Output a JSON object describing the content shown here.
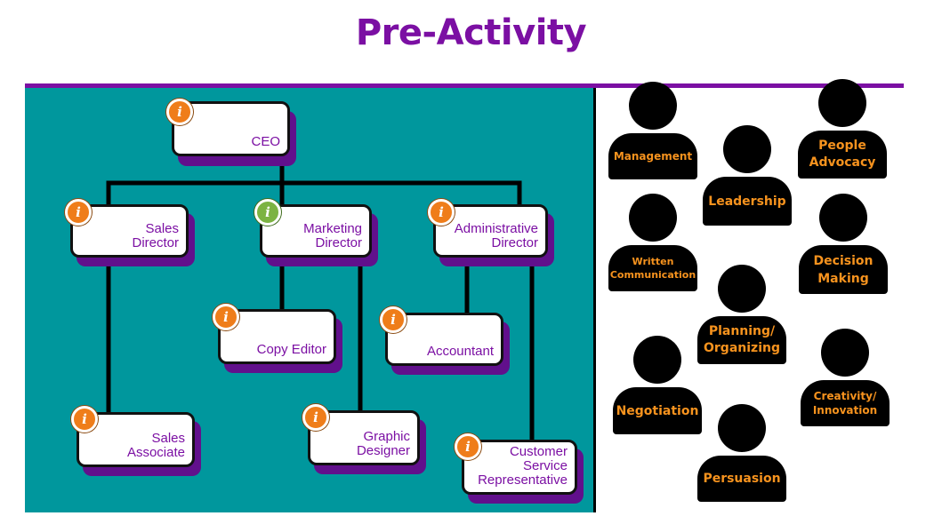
{
  "title": "Pre-Activity",
  "org_chart": {
    "nodes": [
      {
        "id": "ceo",
        "label": "CEO",
        "info_color": "#ef7d1a"
      },
      {
        "id": "sales_director",
        "label": "Sales\nDirector",
        "info_color": "#ef7d1a"
      },
      {
        "id": "marketing_director",
        "label": "Marketing\nDirector",
        "info_color": "#7cb342"
      },
      {
        "id": "admin_director",
        "label": "Administrative\nDirector",
        "info_color": "#ef7d1a"
      },
      {
        "id": "copy_editor",
        "label": "Copy Editor",
        "info_color": "#ef7d1a"
      },
      {
        "id": "accountant",
        "label": "Accountant",
        "info_color": "#ef7d1a"
      },
      {
        "id": "sales_associate",
        "label": "Sales\nAssociate",
        "info_color": "#ef7d1a"
      },
      {
        "id": "graphic_designer",
        "label": "Graphic\nDesigner",
        "info_color": "#ef7d1a"
      },
      {
        "id": "csr",
        "label": "Customer\nService\nRepresentative",
        "info_color": "#ef7d1a"
      }
    ],
    "info_glyph": "i",
    "info_icon": "info-icon"
  },
  "skills": [
    {
      "id": "management",
      "label": "Management"
    },
    {
      "id": "leadership",
      "label": "Leadership"
    },
    {
      "id": "people_advocacy",
      "label": "People\nAdvocacy"
    },
    {
      "id": "written_communication",
      "label": "Written\nCommunication"
    },
    {
      "id": "decision_making",
      "label": "Decision\nMaking"
    },
    {
      "id": "planning_organizing",
      "label": "Planning/\nOrganizing"
    },
    {
      "id": "negotiation",
      "label": "Negotiation"
    },
    {
      "id": "creativity_innovation",
      "label": "Creativity/\nInnovation"
    },
    {
      "id": "persuasion",
      "label": "Persuasion"
    }
  ],
  "colors": {
    "title": "#7b0fa3",
    "panel": "#00979d",
    "card_text": "#7b0fa3",
    "card_shadow": "#61108c",
    "skill_text": "#f7931e",
    "info_orange": "#ef7d1a",
    "info_green": "#7cb342"
  }
}
